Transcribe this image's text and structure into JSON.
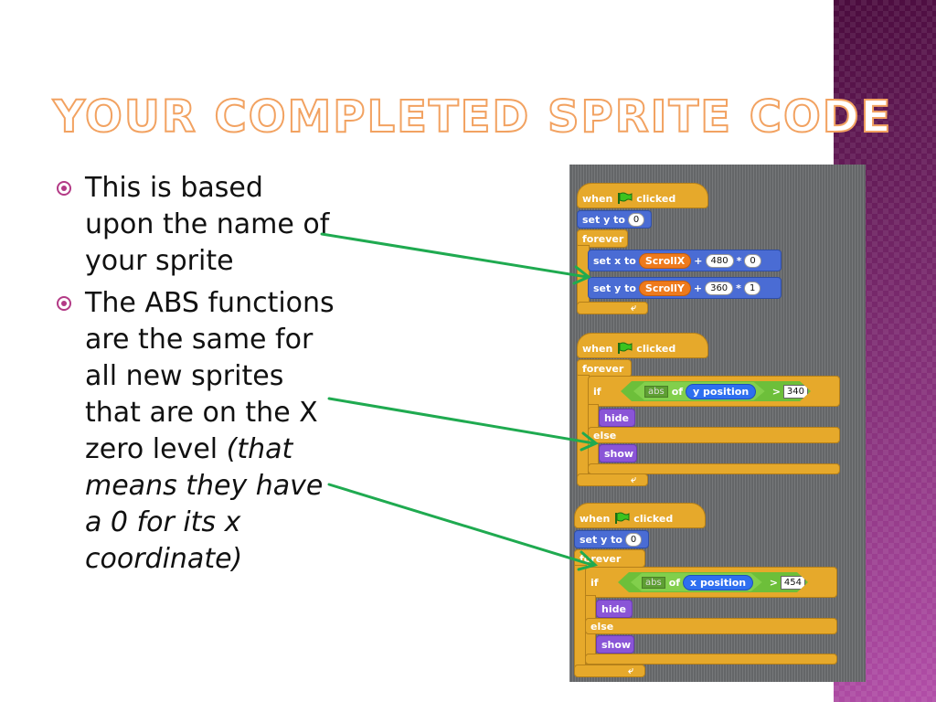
{
  "slide": {
    "title": "YOUR COMPLETED SPRITE CODE",
    "bullets": [
      {
        "text": "This is based upon the name of your sprite"
      },
      {
        "text": "The ABS functions are the same for all new sprites that are on the X zero level ",
        "italic": "(that means they have a 0 for its x coordinate)"
      }
    ],
    "accent_color": "#b33a86",
    "arrow_color": "#1faa50"
  },
  "scripts": [
    {
      "hat": "when",
      "hat_suffix": "clicked",
      "set_y": "set y to",
      "set_y_value": "0",
      "forever": "forever",
      "set_x": "set x to",
      "scrollx": "ScrollX",
      "plus": "+",
      "n480": "480",
      "times": "*",
      "n0": "0",
      "set_y2": "set y to",
      "scrolly": "ScrollY",
      "n360": "360",
      "n1": "1"
    },
    {
      "hat": "when",
      "hat_suffix": "clicked",
      "forever": "forever",
      "if": "if",
      "abs": "abs",
      "of": "of",
      "sensor": "y position",
      "gt": ">",
      "limit": "340",
      "hide": "hide",
      "else": "else",
      "show": "show"
    },
    {
      "hat": "when",
      "hat_suffix": "clicked",
      "set_y": "set y to",
      "set_y_value": "0",
      "forever": "forever",
      "if": "if",
      "abs": "abs",
      "of": "of",
      "sensor": "x position",
      "gt": ">",
      "limit": "454",
      "hide": "hide",
      "else": "else",
      "show": "show"
    }
  ]
}
